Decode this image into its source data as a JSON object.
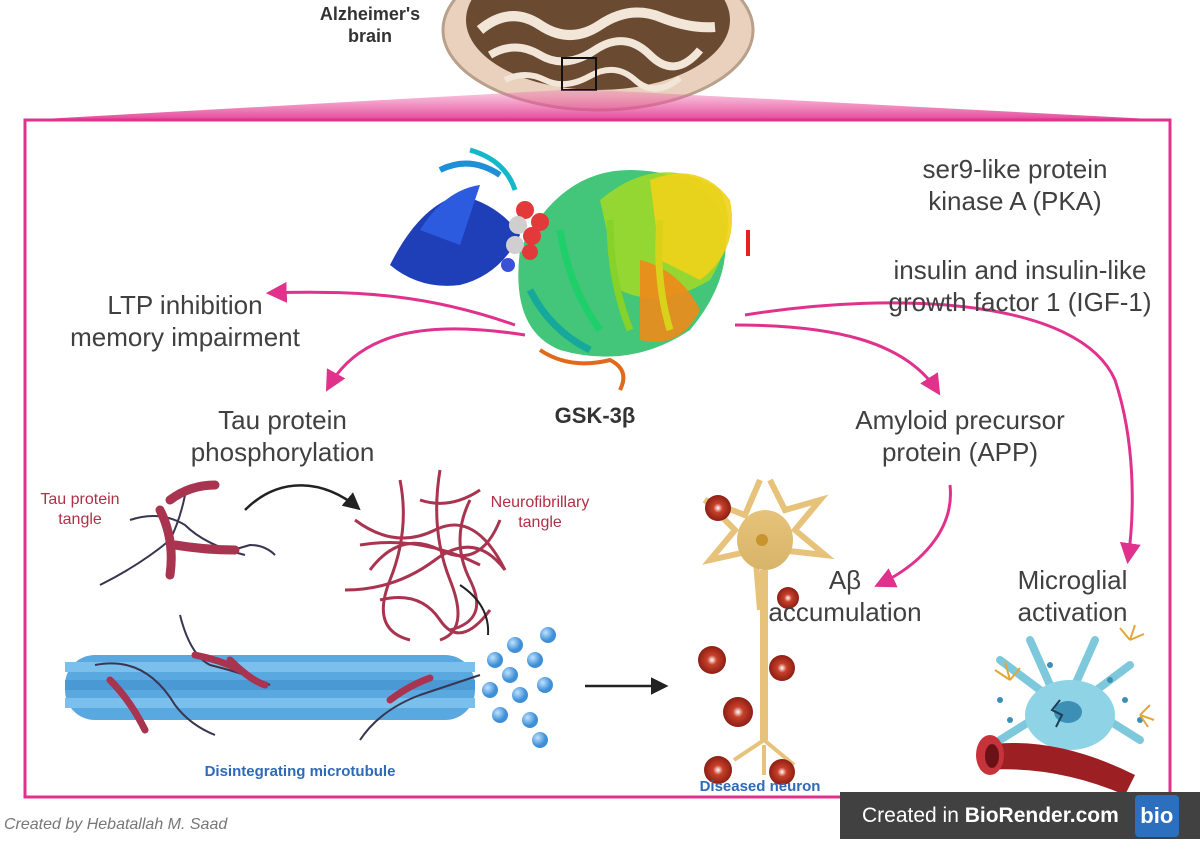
{
  "brain": {
    "label_line1": "Alzheimer's",
    "label_line2": "brain"
  },
  "center": {
    "label": "GSK-3β"
  },
  "regulators": {
    "pka_line1": "ser9-like protein",
    "pka_line2": "kinase A (PKA)",
    "igf_line1": "insulin and insulin-like",
    "igf_line2": "growth factor 1 (IGF-1)"
  },
  "effects": {
    "ltp_line1": "LTP inhibition",
    "ltp_line2": "memory impairment",
    "tau_line1": "Tau protein",
    "tau_line2": "phosphorylation",
    "app_line1": "Amyloid precursor",
    "app_line2": "protein (APP)",
    "abeta_line1": "Aβ",
    "abeta_line2": "accumulation",
    "micro_line1": "Microglial",
    "micro_line2": "activation"
  },
  "images": {
    "tau_tangle_line1": "Tau protein",
    "tau_tangle_line2": "tangle",
    "nft_line1": "Neurofibrillary",
    "nft_line2": "tangle",
    "microtubule": "Disintegrating microtubule",
    "neuron": "Diseased neuron"
  },
  "credit": "Created by Hebatallah M. Saad",
  "badge": {
    "prefix": "Created in ",
    "brand": "BioRender.com",
    "icon": "bio"
  },
  "colors": {
    "frame": "#e0328c",
    "arrow": "#e0328c",
    "inhibit": "#e8201f",
    "microtubule": "#5aa8e0",
    "tangle": "#a8344f"
  }
}
